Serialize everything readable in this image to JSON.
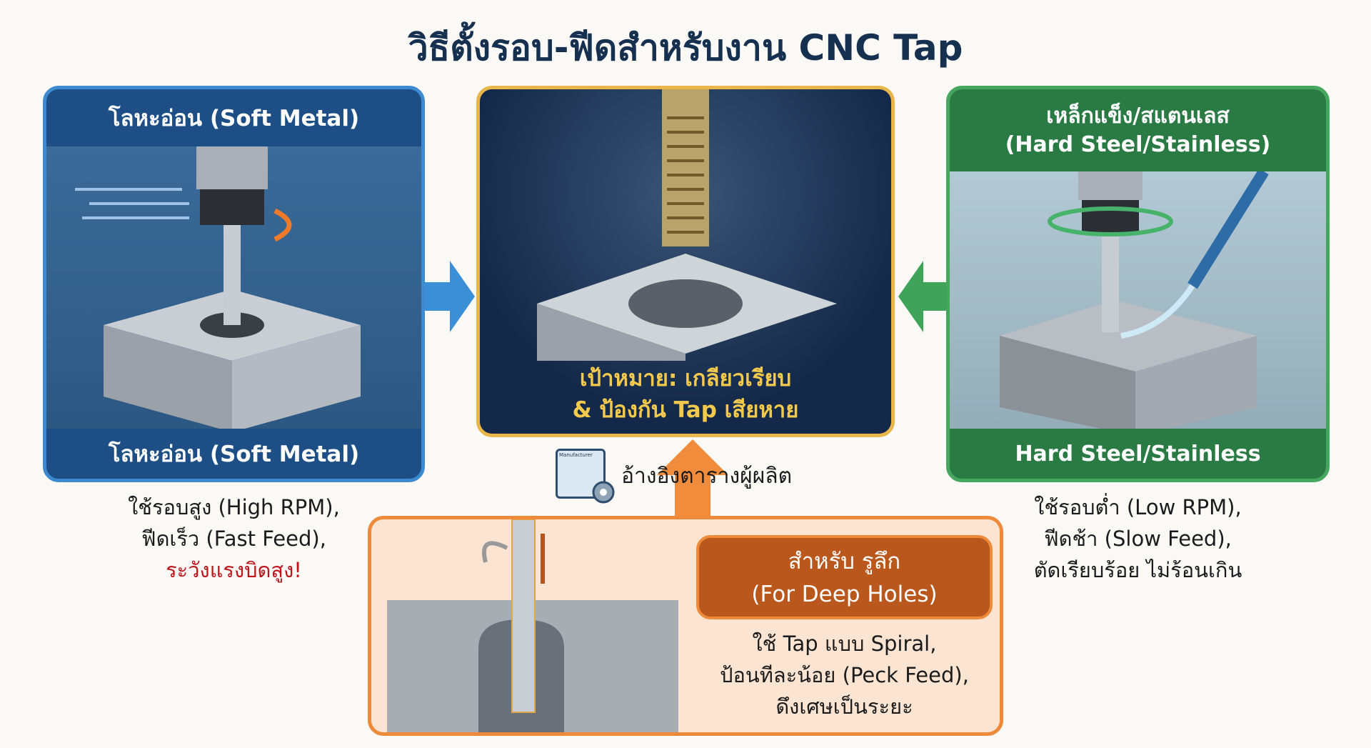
{
  "title": "วิธีตั้งรอบ-ฟีดสำหรับงาน CNC Tap",
  "soft": {
    "header": "โลหะอ่อน (Soft Metal)",
    "footer": "โลหะอ่อน (Soft Metal)",
    "lines": [
      "ใช้รอบสูง (High RPM),",
      "ฟีดเร็ว (Fast Feed),",
      "ระวังแรงบิดสูง!"
    ]
  },
  "goal": {
    "lines": [
      "เป้าหมาย: เกลียวเรียบ",
      "& ป้องกัน Tap เสียหาย"
    ]
  },
  "hard": {
    "header_th": "เหล็กแข็ง/สแตนเลส",
    "header_en": "(Hard Steel/Stainless)",
    "footer": "Hard Steel/Stainless",
    "lines": [
      "ใช้รอบต่ำ (Low RPM),",
      "ฟีดช้า (Slow Feed),",
      "ตัดเรียบร้อย ไม่ร้อนเกิน"
    ]
  },
  "reference": {
    "icon_label": "Manufacturer",
    "text": "อ้างอิงตารางผู้ผลิต"
  },
  "deep": {
    "label_th": "สำหรับ รูลึก",
    "label_en": "(For Deep Holes)",
    "lines": [
      "ใช้ Tap แบบ Spiral,",
      "ป้อนทีละน้อย (Peck Feed),",
      "ดึงเศษเป็นระยะ"
    ]
  },
  "colors": {
    "blue": "#2f7cc4",
    "navy": "#16304f",
    "gold": "#f2c94c",
    "green": "#2f8a4a",
    "orange": "#ef8a3a",
    "warn": "#c0141b"
  }
}
